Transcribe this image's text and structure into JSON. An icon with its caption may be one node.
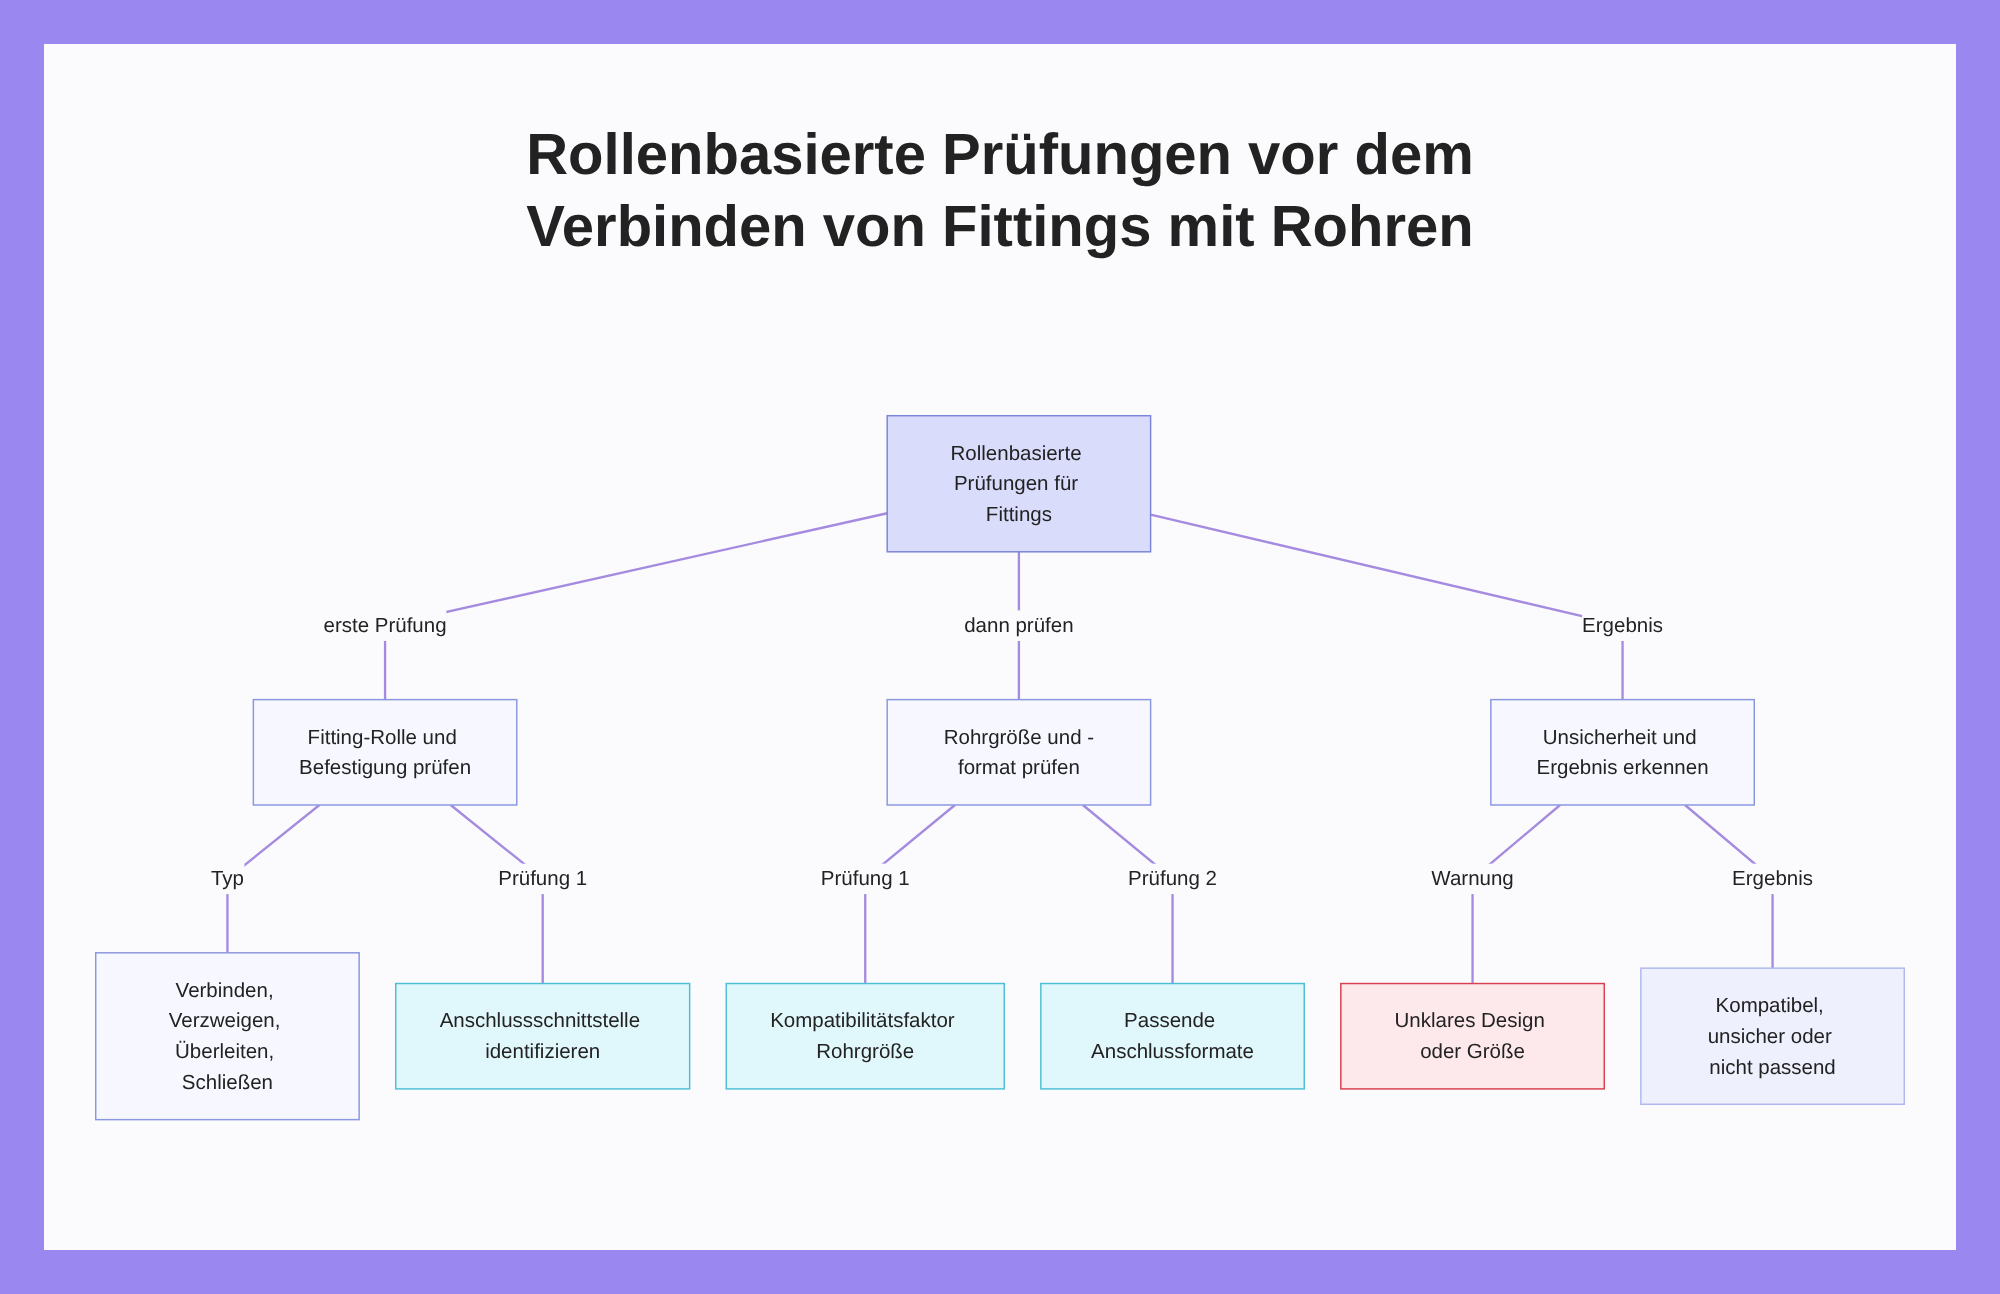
{
  "diagram": {
    "title": "Rollenbasierte Prüfungen vor dem Verbinden von Fittings mit Rohren",
    "nodes": [
      {
        "text": [
          "Rollenbasierte Prüfungen für Fittings"
        ]
      },
      {
        "text": [
          "Fitting-Rolle und Befestigung prüfen"
        ]
      },
      {
        "text": [
          "Rohrgröße und -format prüfen"
        ]
      },
      {
        "text": [
          "Unsicherheit und Ergebnis erkennen"
        ]
      },
      {
        "text": [
          "Verbinden, Verzweigen, Überleiten, Schließen"
        ]
      },
      {
        "text": [
          "Anschlussschnittstelle identifizieren"
        ]
      },
      {
        "text": [
          "Kompatibilitätsfaktor Rohrgröße"
        ]
      },
      {
        "text": [
          "Passende Anschlussformate"
        ]
      },
      {
        "text": [
          "Unklares Design oder Größe"
        ]
      },
      {
        "text": [
          "Kompatibel, unsicher oder nicht passend"
        ]
      }
    ],
    "edges": [
      {
        "from": 0,
        "to": 1,
        "arrow": "none",
        "label": "erste Prüfung"
      },
      {
        "from": 0,
        "to": 2,
        "arrow": "none",
        "label": "dann prüfen"
      },
      {
        "from": 0,
        "to": 3,
        "arrow": "none",
        "label": "Ergebnis"
      },
      {
        "from": 1,
        "to": 4,
        "arrow": "none",
        "label": "Typ"
      },
      {
        "from": 1,
        "to": 5,
        "arrow": "none",
        "label": "Prüfung 1"
      },
      {
        "from": 2,
        "to": 6,
        "arrow": "none",
        "label": "Prüfung 1"
      },
      {
        "from": 2,
        "to": 7,
        "arrow": "none",
        "label": "Prüfung 2"
      },
      {
        "from": 3,
        "to": 8,
        "arrow": "none",
        "label": "Warnung"
      },
      {
        "from": 3,
        "to": 9,
        "arrow": "none",
        "label": "Ergebnis"
      }
    ]
  }
}
